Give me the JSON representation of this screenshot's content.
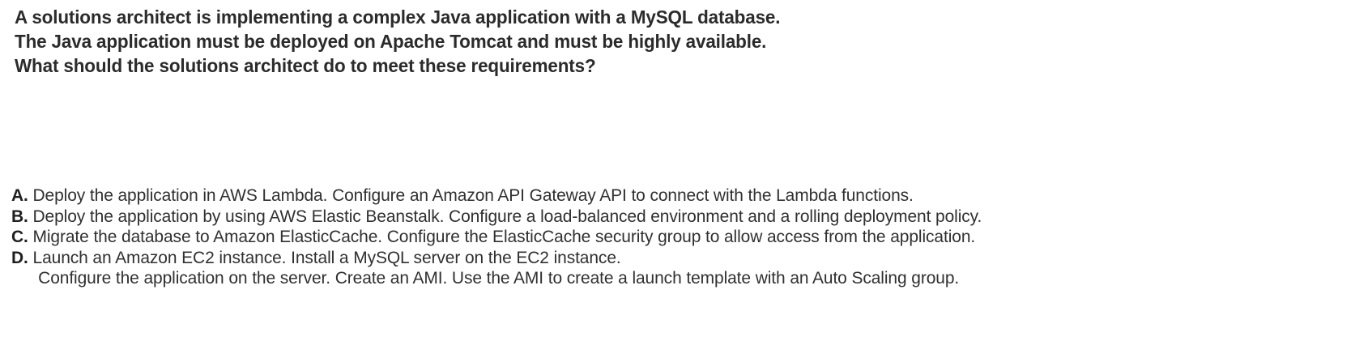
{
  "question": {
    "lines": [
      "A solutions architect is implementing a complex Java application with a MySQL database.",
      "The Java application must be deployed on Apache Tomcat and must be highly available.",
      "What should the solutions architect do to meet these requirements?"
    ]
  },
  "options": [
    {
      "letter": "A.",
      "text": "Deploy the application in AWS Lambda. Configure an Amazon API Gateway API to connect with the Lambda functions.",
      "continuation": ""
    },
    {
      "letter": "B.",
      "text": "Deploy the application by using AWS Elastic Beanstalk. Configure a load-balanced environment and a rolling deployment policy.",
      "continuation": ""
    },
    {
      "letter": "C.",
      "text": "Migrate the database to Amazon ElasticCache. Configure the ElasticCache security group to allow access from the application.",
      "continuation": ""
    },
    {
      "letter": "D.",
      "text": "Launch an Amazon EC2 instance. Install a MySQL server on the EC2 instance.",
      "continuation": "Configure the application on the server. Create an AMI. Use the AMI to create a launch template with an Auto Scaling group."
    }
  ],
  "colors": {
    "background": "#ffffff",
    "question_text": "#2b2b2b",
    "option_text": "#303030",
    "option_letter": "#1f1f1f"
  }
}
